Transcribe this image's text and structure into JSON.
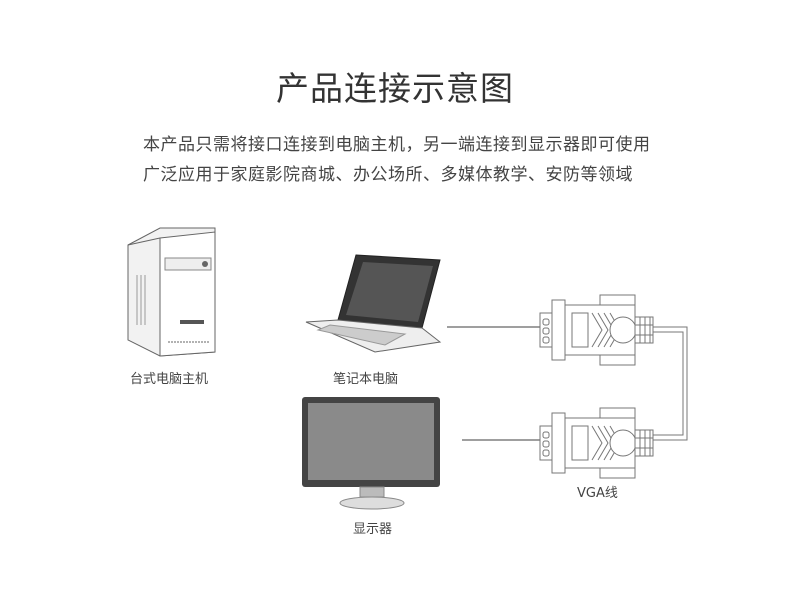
{
  "title": "产品连接示意图",
  "description": [
    "本产品只需将接口连接到电脑主机，另一端连接到显示器即可使用",
    "广泛应用于家庭影院商城、办公场所、多媒体教学、安防等领域"
  ],
  "devices": {
    "desktop": "台式电脑主机",
    "laptop": "笔记本电脑",
    "monitor": "显示器",
    "cable": "VGA线"
  },
  "colors": {
    "line": "#666666",
    "text": "#333333"
  }
}
